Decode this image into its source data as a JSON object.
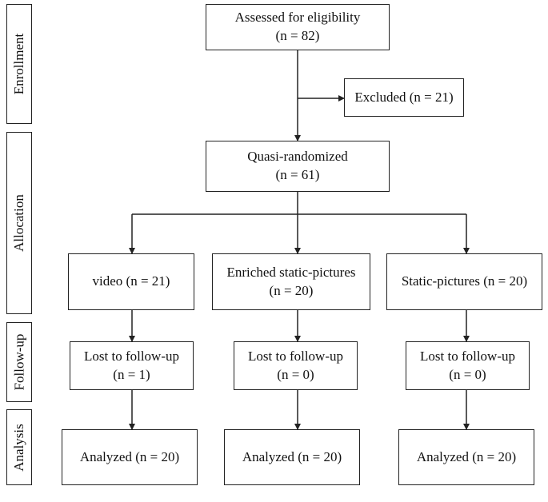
{
  "stages": {
    "enrollment": "Enrollment",
    "allocation": "Allocation",
    "followup": "Follow-up",
    "analysis": "Analysis"
  },
  "assessed": {
    "label": "Assessed for eligibility",
    "n": "(n = 82)"
  },
  "excluded": {
    "label": "Excluded (n = 21)"
  },
  "randomized": {
    "label": "Quasi-randomized",
    "n": "(n = 61)"
  },
  "groups": [
    {
      "alloc_line1": "video (n = 21)",
      "alloc_line2": "",
      "lost_label": "Lost to follow-up",
      "lost_n": "(n = 1)",
      "analyzed": "Analyzed (n = 20)"
    },
    {
      "alloc_line1": "Enriched static-pictures",
      "alloc_line2": "(n = 20)",
      "lost_label": "Lost to follow-up",
      "lost_n": "(n = 0)",
      "analyzed": "Analyzed (n = 20)"
    },
    {
      "alloc_line1": "Static-pictures (n = 20)",
      "alloc_line2": "",
      "lost_label": "Lost to follow-up",
      "lost_n": "(n = 0)",
      "analyzed": "Analyzed (n = 20)"
    }
  ]
}
